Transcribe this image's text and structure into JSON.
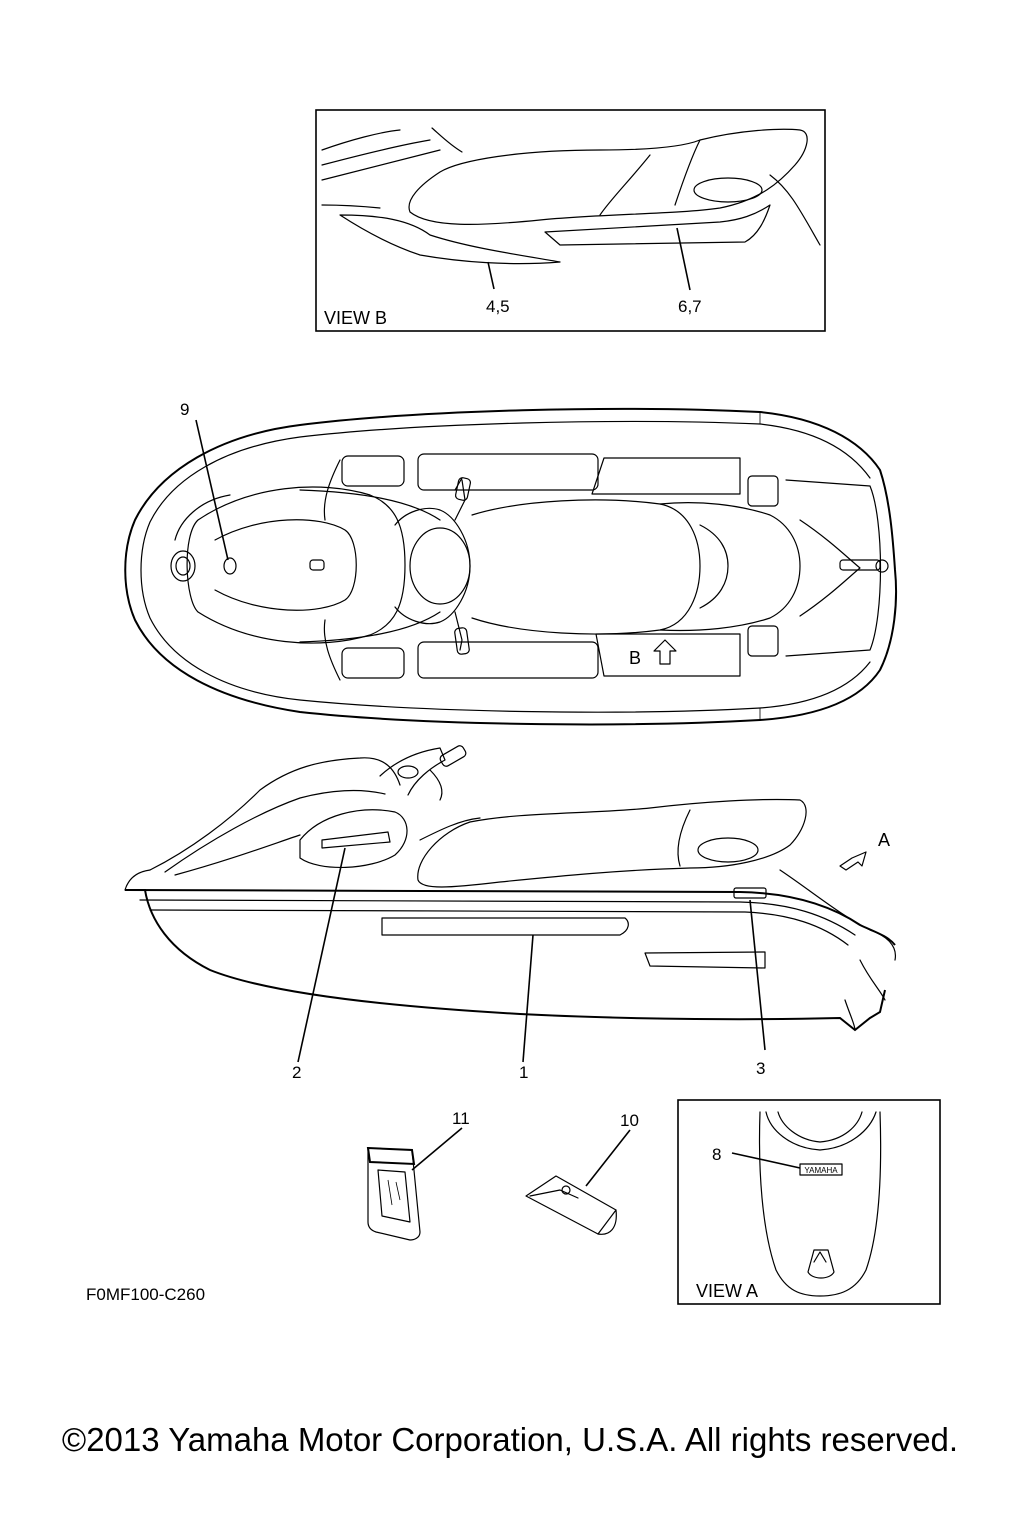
{
  "diagram": {
    "views": {
      "view_b": "VIEW B",
      "view_a": "VIEW A",
      "arrow_b": "B",
      "arrow_a": "A"
    },
    "callouts": {
      "c1": "1",
      "c2": "2",
      "c3": "3",
      "c45": "4,5",
      "c67": "6,7",
      "c8": "8",
      "c9": "9",
      "c10": "10",
      "c11": "11"
    },
    "plate_text": "YAMAHA",
    "figure_code": "F0MF100-C260"
  },
  "footer": {
    "copyright": "©2013 Yamaha Motor Corporation, U.S.A. All rights reserved."
  }
}
